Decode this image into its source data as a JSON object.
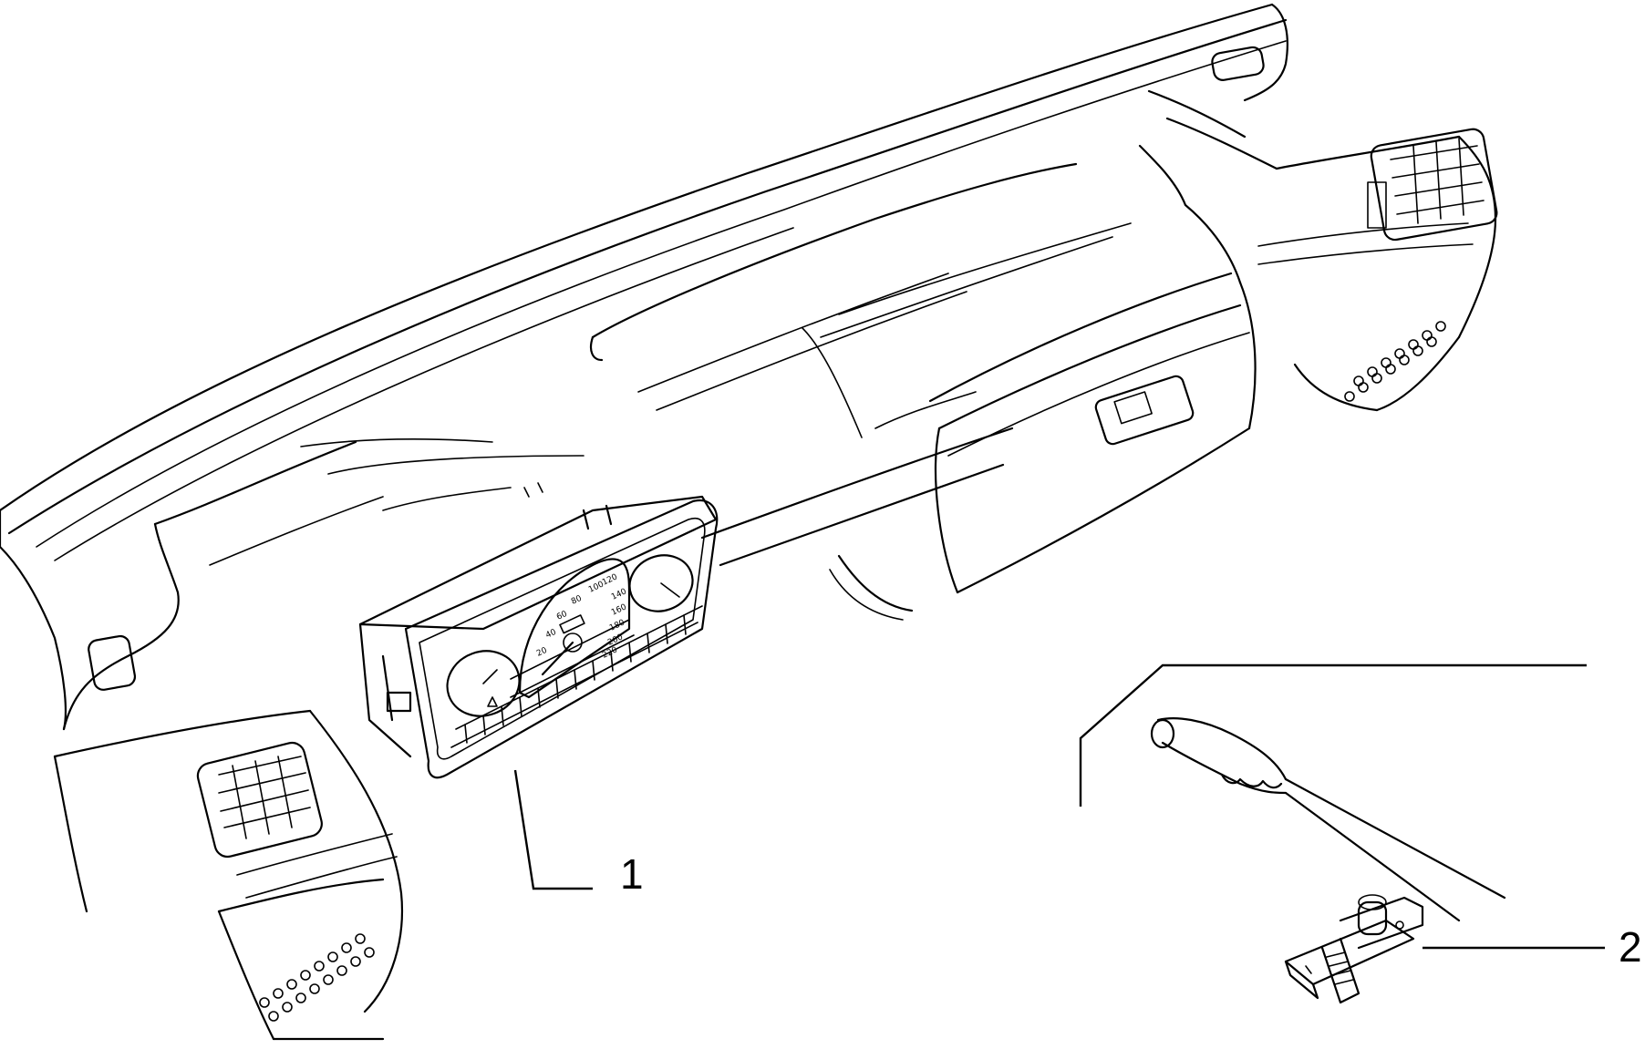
{
  "diagram": {
    "parts": [
      {
        "callout": "1",
        "part": "instrument-cluster"
      },
      {
        "callout": "2",
        "part": "handbrake-switch"
      }
    ],
    "gauge_ticks": [
      "20",
      "40",
      "60",
      "80",
      "100",
      "120",
      "140",
      "160",
      "180",
      "200",
      "220"
    ]
  }
}
